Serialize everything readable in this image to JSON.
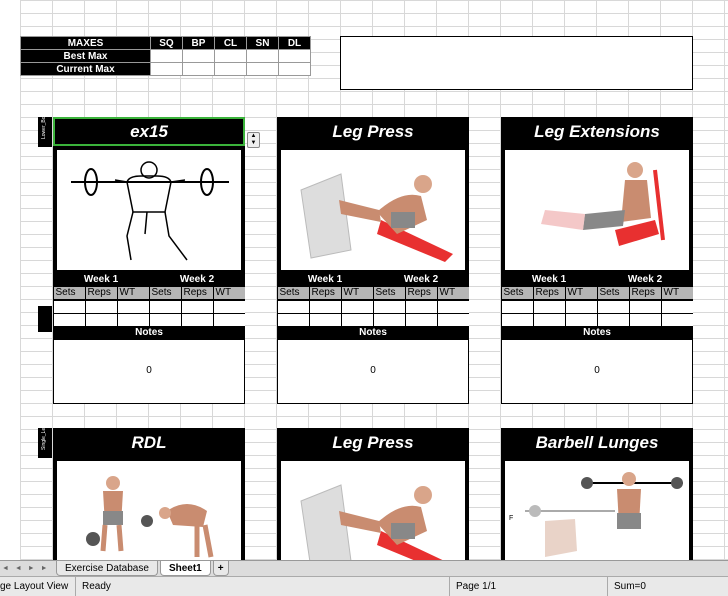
{
  "maxes": {
    "header": "MAXES",
    "columns": [
      "SQ",
      "BP",
      "CL",
      "SN",
      "DL"
    ],
    "rows": [
      "Best Max",
      "Current Max"
    ]
  },
  "side_labels": [
    "Lower_Body",
    "Single_Leg"
  ],
  "table_labels": {
    "week1": "Week 1",
    "week2": "Week 2",
    "cols": [
      "Sets",
      "Reps",
      "WT",
      "Sets",
      "Reps",
      "WT"
    ],
    "notes": "Notes"
  },
  "cards_row1": [
    {
      "title": "ex15",
      "notes_value": "0",
      "icon": "squat-figure-icon"
    },
    {
      "title": "Leg Press",
      "notes_value": "0",
      "icon": "leg-press-figure-icon"
    },
    {
      "title": "Leg Extensions",
      "notes_value": "0",
      "icon": "leg-extension-figure-icon"
    }
  ],
  "cards_row2": [
    {
      "title": "RDL",
      "icon": "rdl-figure-icon"
    },
    {
      "title": "Leg Press",
      "icon": "leg-press-figure-icon"
    },
    {
      "title": "Barbell Lunges",
      "icon": "barbell-lunge-figure-icon",
      "marker": "F"
    }
  ],
  "tabs": {
    "nav": "◄ ◄ ► ►",
    "items": [
      "Exercise Database",
      "Sheet1"
    ],
    "active": "Sheet1",
    "add": "+"
  },
  "status": {
    "view": "ge Layout View",
    "ready": "Ready",
    "page": "Page 1/1",
    "sum": "Sum=0"
  },
  "colors": {
    "header_bg": "#000000",
    "selection": "#3bb33b",
    "subheader_bg": "#b5b5b5",
    "machine_red": "#e83030"
  }
}
